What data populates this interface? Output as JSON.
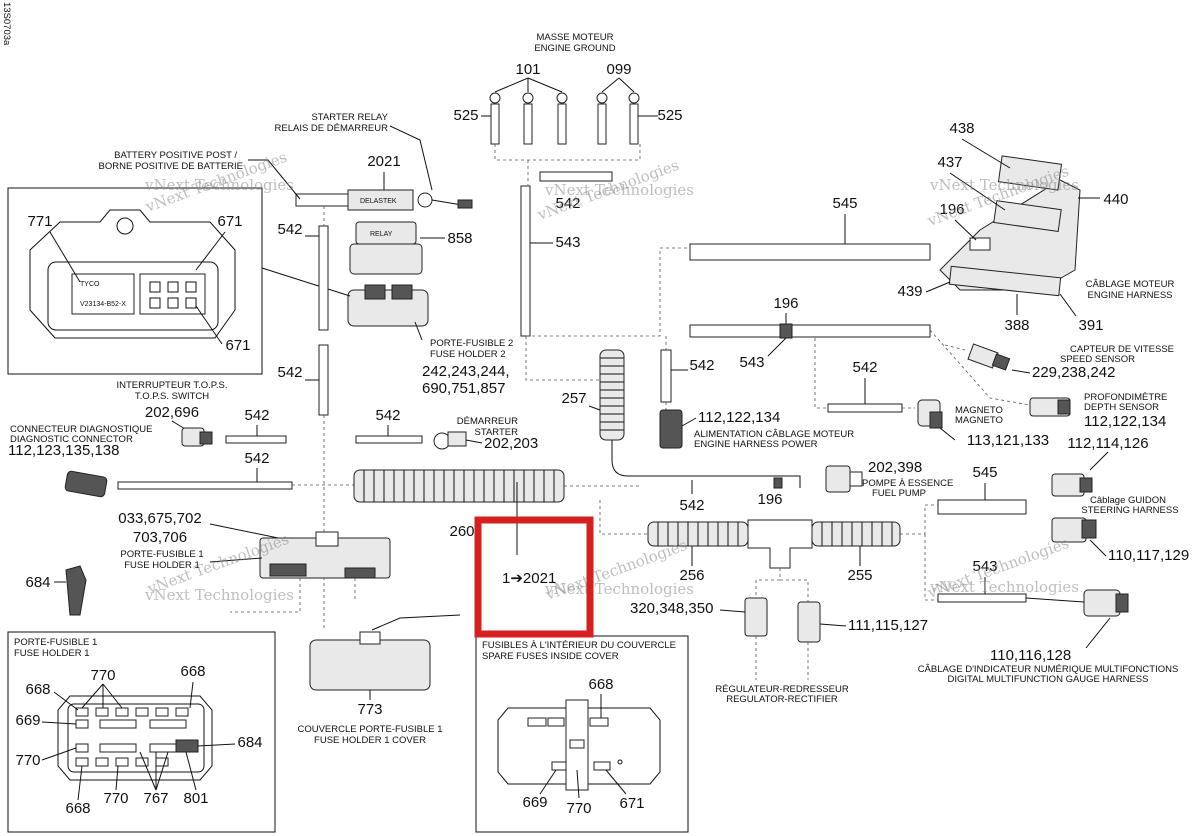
{
  "doc_id": "13S0703a",
  "labels": {
    "engine_ground": [
      "MASSE MOTEUR",
      "ENGINE GROUND"
    ],
    "starter_relay": [
      "STARTER RELAY",
      "RELAIS DE DÉMARREUR"
    ],
    "battery_post": [
      "BATTERY POSITIVE POST /",
      "BORNE POSITIVE DE BATTERIE"
    ],
    "fuse_holder_2": [
      "PORTE-FUSIBLE 2",
      "FUSE HOLDER 2"
    ],
    "tops_switch": [
      "INTERRUPTEUR T.O.P.S.",
      "T.O.P.S. SWITCH"
    ],
    "diag_connector": [
      "CONNECTEUR DIAGNOSTIQUE",
      "DIAGNOSTIC CONNECTOR"
    ],
    "starter": [
      "DÉMARREUR",
      "STARTER"
    ],
    "fuse_holder_1": [
      "PORTE-FUSIBLE 1",
      "FUSE HOLDER 1"
    ],
    "fuse_holder_1_box": [
      "PORTE-FUSIBLE 1",
      "FUSE HOLDER 1"
    ],
    "fuse_cover": [
      "COUVERCLE PORTE-FUSIBLE 1",
      "FUSE HOLDER 1 COVER"
    ],
    "spare_fuses": [
      "FUSIBLES À L'INTÉRIEUR DU COUVERCLE",
      "SPARE FUSES INSIDE COVER"
    ],
    "engine_harness": [
      "CÂBLAGE MOTEUR",
      "ENGINE HARNESS"
    ],
    "speed_sensor": [
      "CAPTEUR DE VITESSE",
      "SPEED SENSOR"
    ],
    "depth_sensor": [
      "PROFONDIMÈTRE",
      "DEPTH SENSOR"
    ],
    "magneto": [
      "MAGNETO",
      "MAGNETO"
    ],
    "engine_power": [
      "ALIMENTATION CÂBLAGE MOTEUR",
      "ENGINE HARNESS POWER"
    ],
    "fuel_pump": [
      "POMPE À ESSENCE",
      "FUEL PUMP"
    ],
    "steering_harness": [
      "Câblage GUIDON",
      "STEERING HARNESS"
    ],
    "regulator": [
      "RÉGULATEUR-REDRESSEUR",
      "REGULATOR-RECTIFIER"
    ],
    "gauge_harness": [
      "CÂBLAGE D'INDICATEUR NUMÉRIQUE MULTIFONCTIONS",
      "DIGITAL MULTIFUNCTION GAUGE HARNESS"
    ],
    "delastek": "DELASTEK"
  },
  "callouts": {
    "c101": "101",
    "c099": "099",
    "c525a": "525",
    "c525b": "525",
    "c2021": "2021",
    "c438": "438",
    "c437": "437",
    "c440": "440",
    "c196a": "196",
    "c545a": "545",
    "c439": "439",
    "c388": "388",
    "c391": "391",
    "c771": "771",
    "c671a": "671",
    "c671b": "671",
    "c542a": "542",
    "c858": "858",
    "c543a": "543",
    "c542b": "542",
    "c196b": "196",
    "c543b": "543",
    "c542c": "542",
    "c542d": "542",
    "c229": "229,238,242",
    "c242": "242,243,244,",
    "c690": "690,751,857",
    "c542e": "542",
    "c257": "257",
    "c112a": "112,122,134",
    "c112b": "112,122,134",
    "c202a": "202,696",
    "c542f": "542",
    "c542g": "542",
    "c113": "113,121,133",
    "c112c": "112,123,135,138",
    "c202b": "202,203",
    "c542h": "542",
    "c112d": "112,114,126",
    "c202c": "202,398",
    "c545b": "545",
    "c542i": "542",
    "c196c": "196",
    "c033": "033,675,702",
    "c703": "703,706",
    "c260": "260",
    "c110a": "110,117,129",
    "c684a": "684",
    "c256": "256",
    "c255": "255",
    "c543c": "543",
    "c320": "320,348,350",
    "c111": "111,115,127",
    "c110b": "110,116,128",
    "c773": "773",
    "c770a": "770",
    "c668a": "668",
    "c668b": "668",
    "c669a": "669",
    "c684b": "684",
    "c770b": "770",
    "c668c": "668",
    "c770c": "770",
    "c767": "767",
    "c801": "801",
    "c668d": "668",
    "c669b": "669",
    "c770d": "770",
    "c671c": "671"
  },
  "highlight": {
    "text": "1➔2021",
    "color": "#d62020"
  },
  "watermark": "vNext Technologies"
}
